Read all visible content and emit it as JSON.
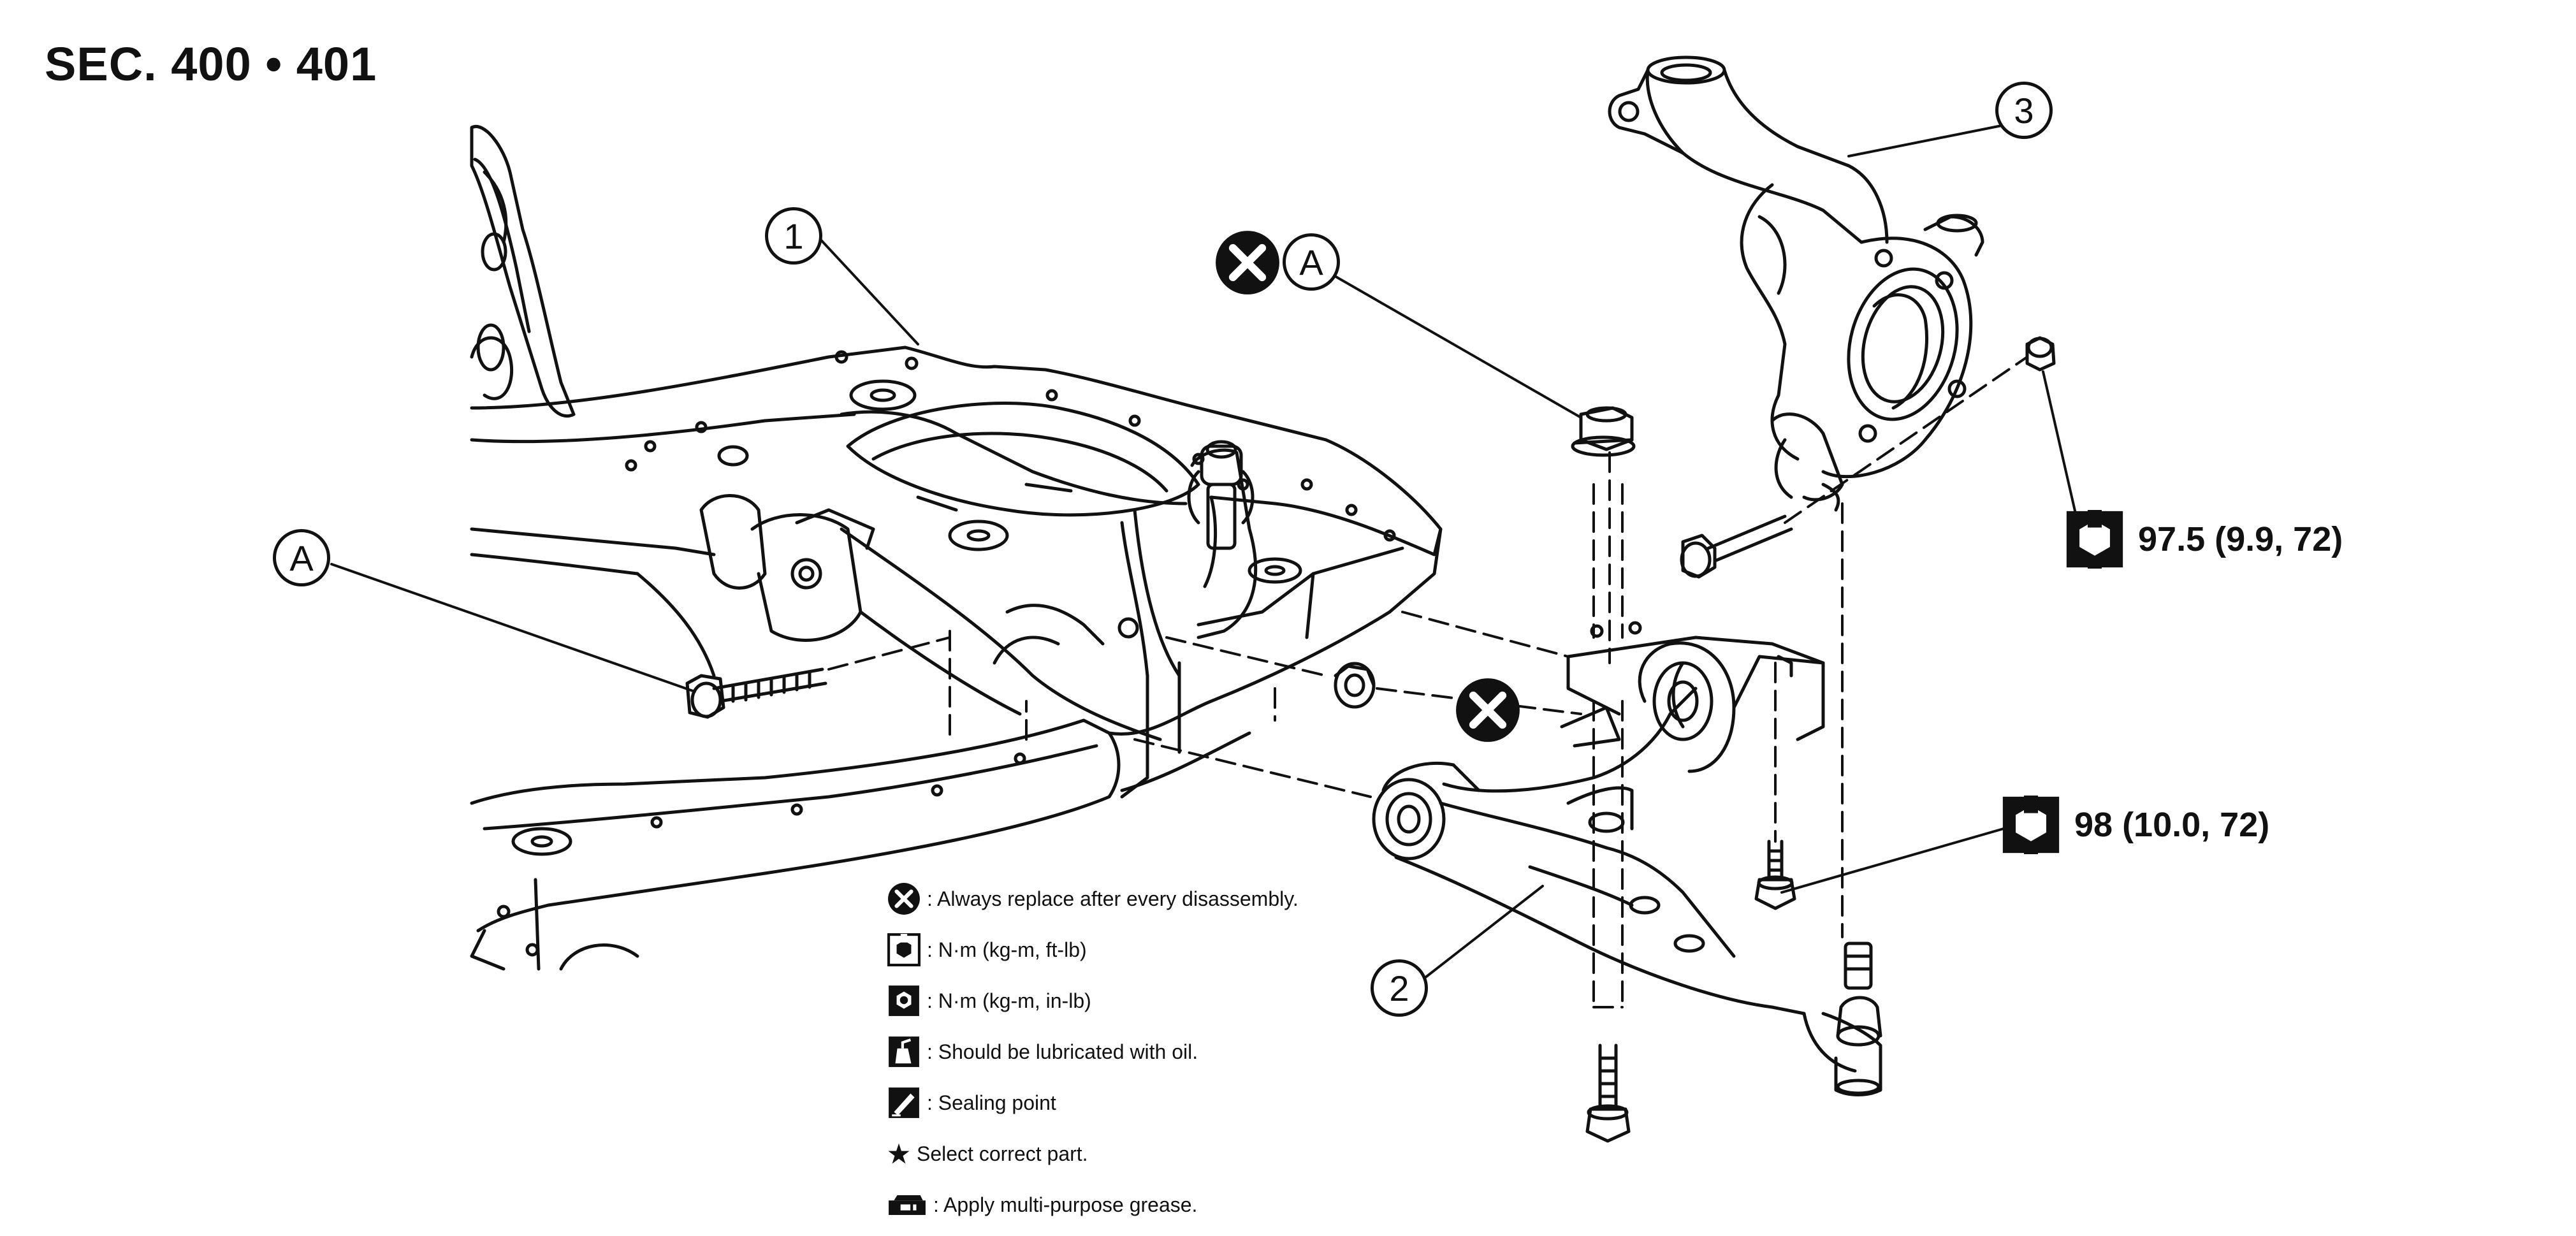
{
  "section_title": "SEC. 400 • 401",
  "callouts": {
    "frame": "1",
    "lower_arm": "2",
    "knuckle": "3",
    "ref_left": "A",
    "ref_top": "A"
  },
  "torques": {
    "knuckle_nut": "97.5 (9.9, 72)",
    "bushing_bolt": "98 (10.0, 72)"
  },
  "legend": [
    {
      "icon": "x-replace-icon",
      "text": ": Always replace after every disassembly."
    },
    {
      "icon": "torque-ftlb-icon",
      "text": ": N·m (kg-m, ft-lb)"
    },
    {
      "icon": "torque-inlb-icon",
      "text": ": N·m (kg-m, in-lb)"
    },
    {
      "icon": "oil-can-icon",
      "text": ": Should be lubricated with oil."
    },
    {
      "icon": "sealant-icon",
      "text": ": Sealing point"
    },
    {
      "icon": "star-icon",
      "text": "Select correct part."
    },
    {
      "icon": "grease-icon",
      "text": ": Apply multi-purpose grease."
    }
  ],
  "colors": {
    "line": "#111111",
    "background": "#ffffff"
  }
}
